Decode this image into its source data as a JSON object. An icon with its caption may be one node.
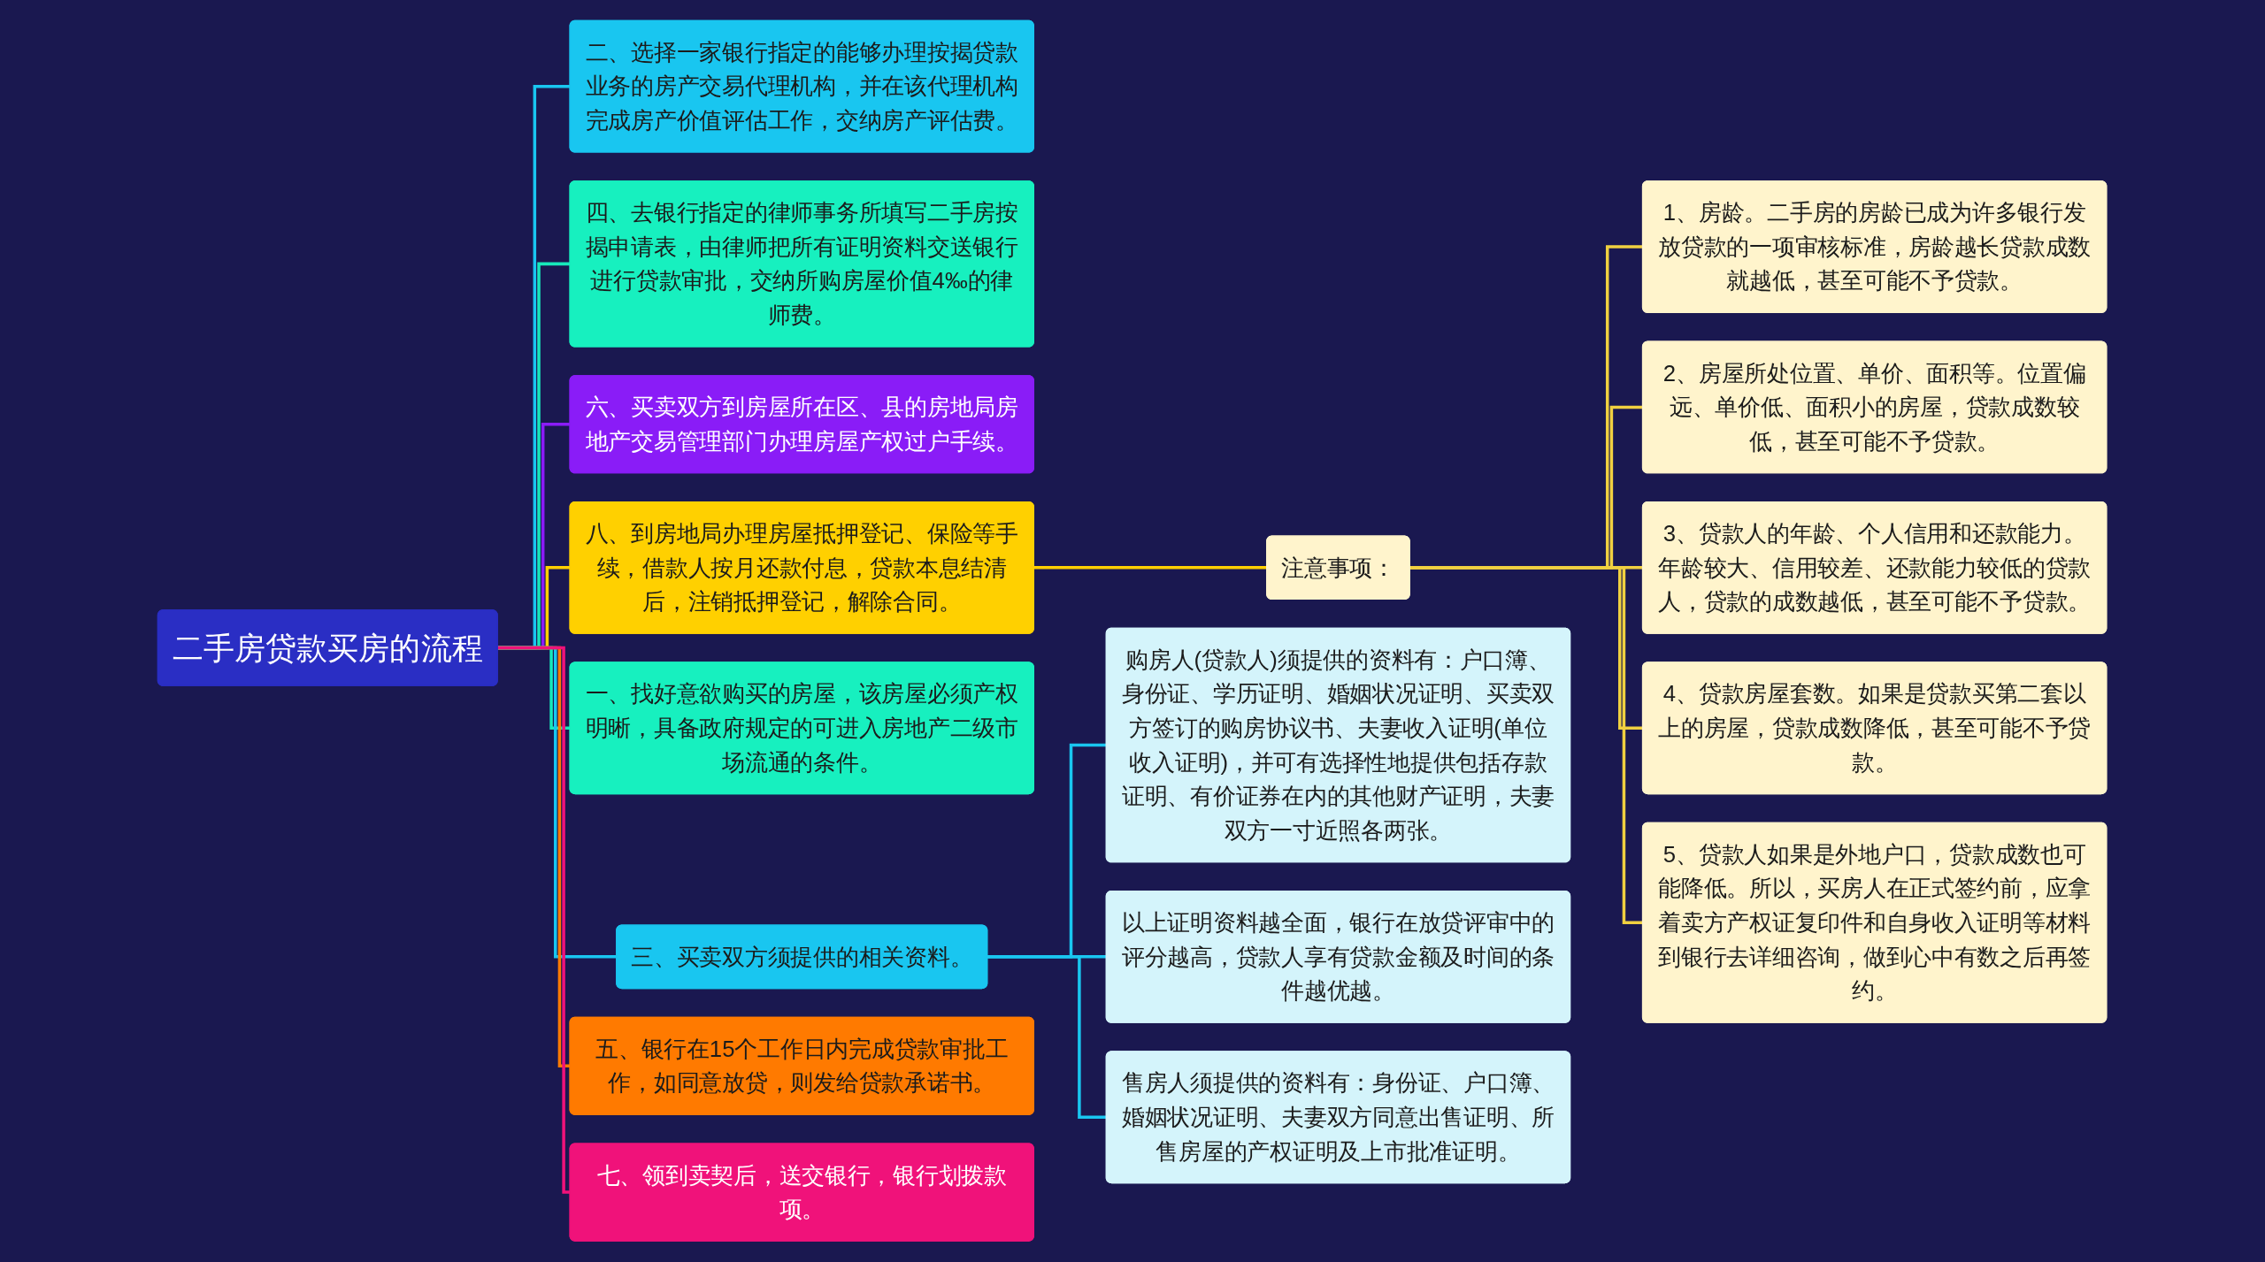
{
  "diagram": {
    "nodes": [
      {
        "text": [
          "二手房贷款买房的流程"
        ]
      },
      {
        "text": [
          "二、选择一家银行指定的能够办理按揭贷款业务的房产交易代理机构，并在该代理机构完成房产价值评估工作，交纳房产评估费。"
        ]
      },
      {
        "text": [
          "四、去银行指定的律师事务所填写二手房按揭申请表，由律师把所有证明资料交送银行进行贷款审批，交纳所购房屋价值4‰的律师费。"
        ]
      },
      {
        "text": [
          "六、买卖双方到房屋所在区、县的房地局房地产交易管理部门办理房屋产权过户手续。"
        ]
      },
      {
        "text": [
          "八、到房地局办理房屋抵押登记、保险等手续，借款人按月还款付息，贷款本息结清后，注销抵押登记，解除合同。"
        ]
      },
      {
        "text": [
          "注意事项："
        ]
      },
      {
        "text": [
          "1、房龄。二手房的房龄已成为许多银行发放贷款的一项审核标准，房龄越长贷款成数就越低，甚至可能不予贷款。"
        ]
      },
      {
        "text": [
          "2、房屋所处位置、单价、面积等。位置偏远、单价低、面积小的房屋，贷款成数较低，甚至可能不予贷款。"
        ]
      },
      {
        "text": [
          "3、贷款人的年龄、个人信用和还款能力。年龄较大、信用较差、还款能力较低的贷款人，贷款的成数越低，甚至可能不予贷款。"
        ]
      },
      {
        "text": [
          "4、贷款房屋套数。如果是贷款买第二套以上的房屋，贷款成数降低，甚至可能不予贷款。"
        ]
      },
      {
        "text": [
          "5、贷款人如果是外地户口，贷款成数也可能降低。所以，买房人在正式签约前，应拿着卖方产权证复印件和自身收入证明等材料到银行去详细咨询，做到心中有数之后再签约。"
        ]
      },
      {
        "text": [
          "一、找好意欲购买的房屋，该房屋必须产权明晰，具备政府规定的可进入房地产二级市场流通的条件。"
        ]
      },
      {
        "text": [
          "三、买卖双方须提供的相关资料。"
        ]
      },
      {
        "text": [
          "购房人(贷款人)须提供的资料有：户口簿、身份证、学历证明、婚姻状况证明、买卖双方签订的购房协议书、夫妻收入证明(单位收入证明)，并可有选择性地提供包括存款证明、有价证券在内的其他财产证明，夫妻双方一寸近照各两张。"
        ]
      },
      {
        "text": [
          "以上证明资料越全面，银行在放贷评审中的评分越高，贷款人享有贷款金额及时间的条件越优越。"
        ]
      },
      {
        "text": [
          "售房人须提供的资料有：身份证、户口簿、婚姻状况证明、夫妻双方同意出售证明、所售房屋的产权证明及上市批准证明。"
        ]
      },
      {
        "text": [
          "五、银行在15个工作日内完成贷款审批工作，如同意放贷，则发给贷款承诺书。"
        ]
      },
      {
        "text": [
          "七、领到卖契后，送交银行，银行划拨款项。"
        ]
      }
    ],
    "edges": [
      {
        "from": 0,
        "to": 1,
        "arrow": "none",
        "color": "#19c6f0"
      },
      {
        "from": 0,
        "to": 2,
        "arrow": "none",
        "color": "#17e8bb"
      },
      {
        "from": 0,
        "to": 3,
        "arrow": "none",
        "color": "#8a1cf7"
      },
      {
        "from": 0,
        "to": 4,
        "arrow": "none",
        "color": "#ffd000"
      },
      {
        "from": 4,
        "to": 5,
        "arrow": "none",
        "color": "#ffd000"
      },
      {
        "from": 5,
        "to": 6,
        "arrow": "none",
        "color": "#f0d040"
      },
      {
        "from": 5,
        "to": 7,
        "arrow": "none",
        "color": "#f0d040"
      },
      {
        "from": 5,
        "to": 8,
        "arrow": "none",
        "color": "#f0d040"
      },
      {
        "from": 5,
        "to": 9,
        "arrow": "none",
        "color": "#f0d040"
      },
      {
        "from": 5,
        "to": 10,
        "arrow": "none",
        "color": "#f0d040"
      },
      {
        "from": 0,
        "to": 11,
        "arrow": "none",
        "color": "#17e8bb"
      },
      {
        "from": 0,
        "to": 12,
        "arrow": "none",
        "color": "#19c6f0"
      },
      {
        "from": 12,
        "to": 13,
        "arrow": "none",
        "color": "#19c6f0"
      },
      {
        "from": 12,
        "to": 14,
        "arrow": "none",
        "color": "#19c6f0"
      },
      {
        "from": 12,
        "to": 15,
        "arrow": "none",
        "color": "#19c6f0"
      },
      {
        "from": 0,
        "to": 16,
        "arrow": "none",
        "color": "#ff7a00"
      },
      {
        "from": 0,
        "to": 17,
        "arrow": "none",
        "color": "#f0127a"
      }
    ]
  }
}
